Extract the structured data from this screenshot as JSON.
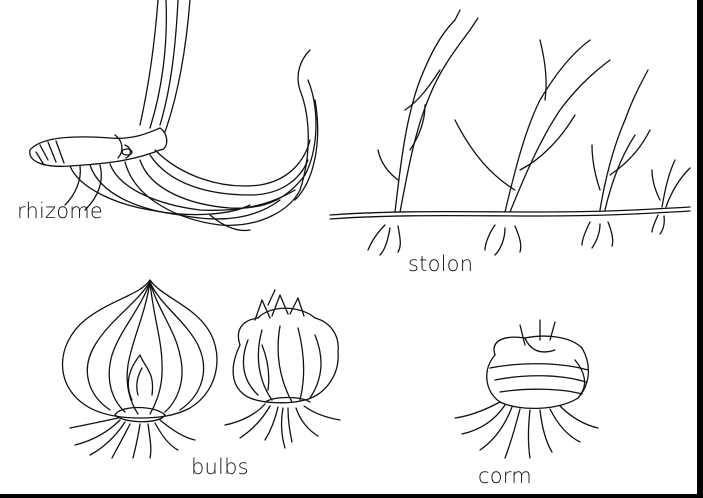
{
  "labels": {
    "rhizome": "rhizome",
    "stolon": "stolon",
    "bulbs": "bulbs",
    "corm": "corm"
  },
  "colors": {
    "background": "#ffffff",
    "frame": "#000000",
    "ink": "#111111"
  }
}
